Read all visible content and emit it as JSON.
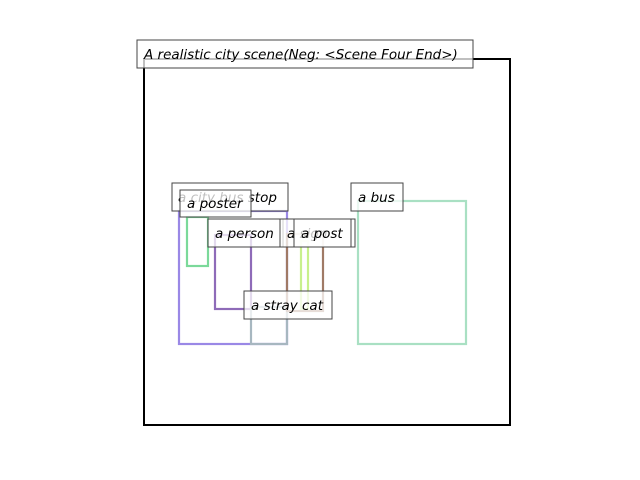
{
  "title": "A realistic city scene(Neg: <Scene Four End>)",
  "boxes": [
    {
      "label": "a city bus stop",
      "color": "#9a88e6"
    },
    {
      "label": "a poster",
      "color": "#7bd99a"
    },
    {
      "label": "a person",
      "color": "#8e6bb8"
    },
    {
      "label": "a stray cat",
      "color": "#a7b7c0"
    },
    {
      "label": "a sign",
      "color": "#a07a66"
    },
    {
      "label": "a post",
      "color": "#c8f08c"
    },
    {
      "label": "a bus",
      "color": "#a9e0c3"
    }
  ]
}
